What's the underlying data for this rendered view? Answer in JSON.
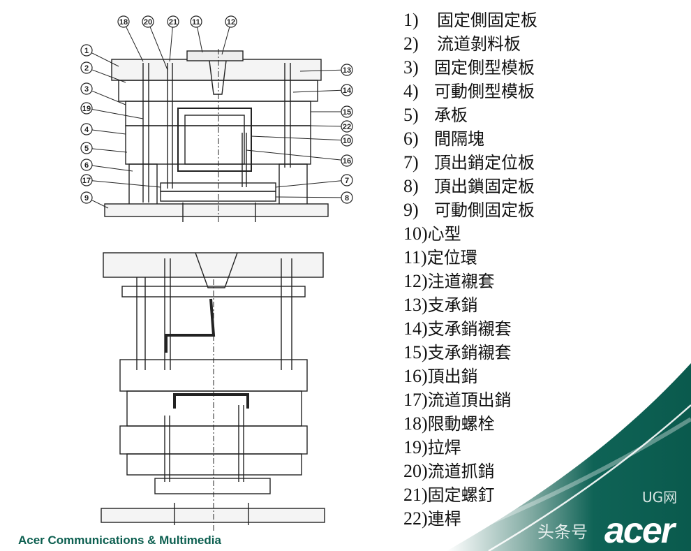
{
  "legend": [
    {
      "num": "1)",
      "text": "固定側固定板"
    },
    {
      "num": "2)",
      "text": "流道剝料板"
    },
    {
      "num": "3)",
      "text": "固定側型模板"
    },
    {
      "num": "4)",
      "text": "可動側型模板"
    },
    {
      "num": "5)",
      "text": "承板"
    },
    {
      "num": "6)",
      "text": "間隔塊"
    },
    {
      "num": "7)",
      "text": "頂出銷定位板"
    },
    {
      "num": "8)",
      "text": "頂出鎖固定板"
    },
    {
      "num": "9)",
      "text": "可動側固定板"
    },
    {
      "num": "10)",
      "text": "心型"
    },
    {
      "num": "11)",
      "text": "定位環"
    },
    {
      "num": "12)",
      "text": "注道襯套"
    },
    {
      "num": "13)",
      "text": "支承銷"
    },
    {
      "num": "14)",
      "text": "支承銷襯套"
    },
    {
      "num": "15)",
      "text": "支承銷襯套"
    },
    {
      "num": "16)",
      "text": "頂出銷"
    },
    {
      "num": "17)",
      "text": "流道頂出銷"
    },
    {
      "num": "18)",
      "text": "限動螺栓"
    },
    {
      "num": "19)",
      "text": "拉焊"
    },
    {
      "num": "20)",
      "text": "流道抓銷"
    },
    {
      "num": "21)",
      "text": "固定螺釘"
    },
    {
      "num": "22)",
      "text": "連桿"
    }
  ],
  "callouts": {
    "top": [
      "18",
      "20",
      "21",
      "11",
      "12"
    ],
    "left": [
      "1",
      "2",
      "3",
      "19",
      "4",
      "5",
      "6",
      "17",
      "9"
    ],
    "right": [
      "13",
      "14",
      "15",
      "22",
      "10",
      "16",
      "7",
      "8"
    ]
  },
  "footer": "Acer Communications & Multimedia",
  "logo": "acer",
  "watermark": {
    "left": "头条号",
    "right": "UG网"
  },
  "colors": {
    "brand_green": "#0b5e4f",
    "swoosh_dark": "#0f6356"
  }
}
